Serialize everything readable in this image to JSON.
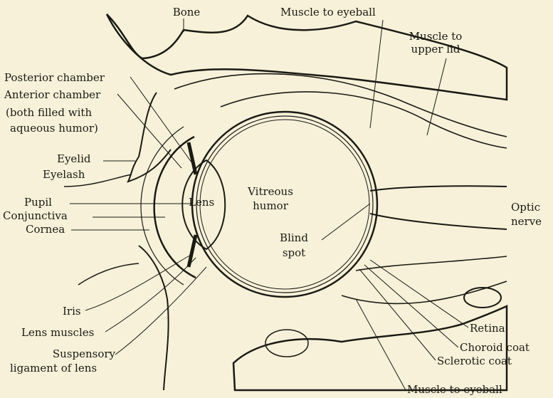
{
  "colors": {
    "background": "#f7f1d9",
    "ink": "#1a1a14"
  },
  "labels": {
    "bone": "Bone",
    "muscle_to_eyeball_top": "Muscle to eyeball",
    "muscle_to_upper_lid_1": "Muscle to",
    "muscle_to_upper_lid_2": "upper lid",
    "posterior_chamber": "Posterior chamber",
    "anterior_chamber": "Anterior chamber",
    "both_filled_1": "(both filled with",
    "both_filled_2": "aqueous humor)",
    "eyelid": "Eyelid",
    "eyelash": "Eyelash",
    "pupil": "Pupil",
    "lens": "Lens",
    "vitreous_1": "Vitreous",
    "vitreous_2": "humor",
    "conjunctiva": "Conjunctiva",
    "cornea": "Cornea",
    "optic_1": "Optic",
    "optic_2": "nerve",
    "blind_1": "Blind",
    "blind_2": "spot",
    "iris": "Iris",
    "lens_muscles": "Lens muscles",
    "suspensory_1": "Suspensory",
    "suspensory_2": "ligament of lens",
    "retina": "Retina",
    "choroid": "Choroid coat",
    "sclerotic": "Sclerotic coat",
    "muscle_to_eyeball_bottom": "Muscle to eyeball"
  }
}
